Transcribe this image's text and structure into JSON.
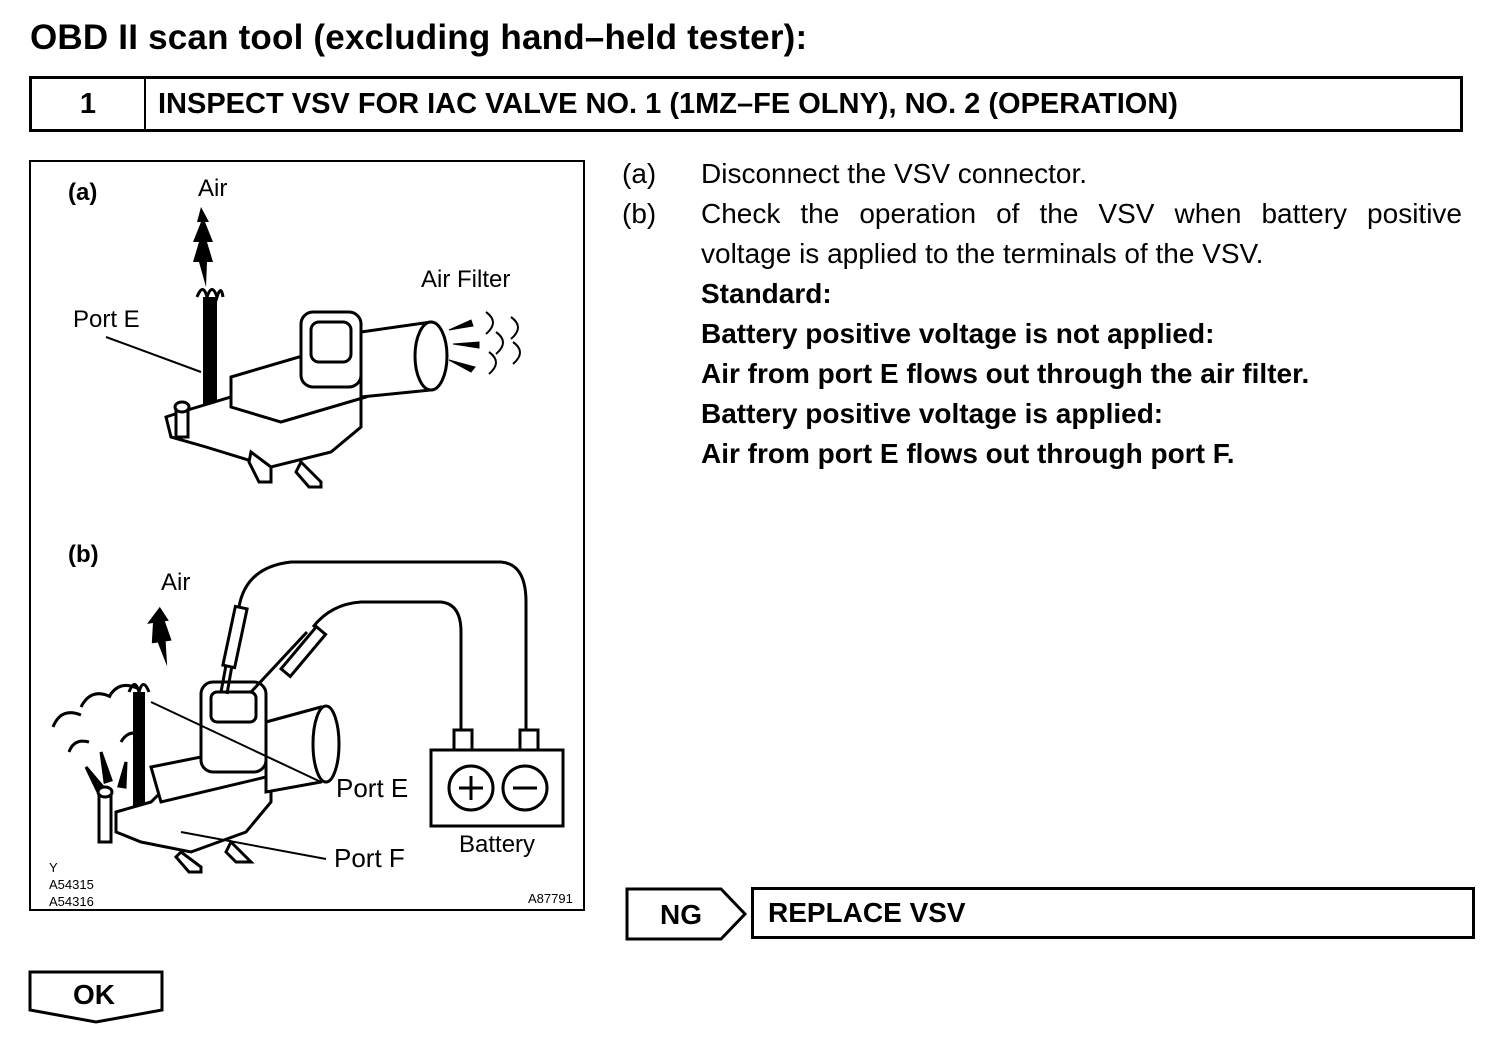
{
  "heading": "OBD II scan tool (excluding hand–held tester):",
  "step": {
    "number": "1",
    "title": "INSPECT VSV FOR IAC VALVE NO. 1 (1MZ–FE OLNY), NO. 2 (OPERATION)"
  },
  "figure": {
    "a": {
      "label": "(a)",
      "air": "Air",
      "air_filter": "Air Filter",
      "port_e": "Port E"
    },
    "b": {
      "label": "(b)",
      "air": "Air",
      "port_e": "Port E",
      "port_f": "Port F",
      "battery": "Battery"
    },
    "codes": {
      "y": "Y",
      "c1": "A54315",
      "c2": "A54316",
      "ref": "A87791"
    }
  },
  "instructions": {
    "a": {
      "letter": "(a)",
      "text": "Disconnect the VSV connector."
    },
    "b": {
      "letter": "(b)",
      "text": "Check the operation of the VSV when battery positive voltage is applied to the terminals of the VSV."
    },
    "standard": "Standard:",
    "cond1": "Battery positive voltage is not applied:",
    "result1": "Air from port E flows out through the air filter.",
    "cond2": "Battery positive voltage is applied:",
    "result2": "Air from port E flows out through port F."
  },
  "ng": {
    "label": "NG",
    "action": "REPLACE VSV"
  },
  "ok": {
    "label": "OK"
  }
}
